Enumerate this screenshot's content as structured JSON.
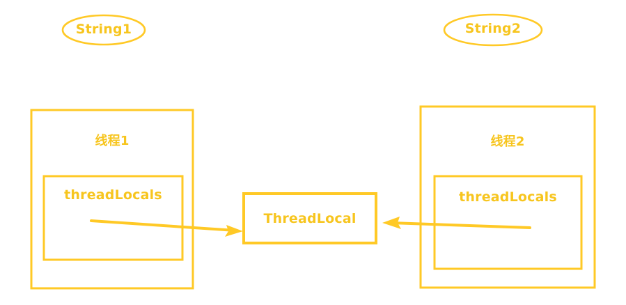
{
  "diagram": {
    "title": "ThreadLocal sharing between threads",
    "colors": {
      "stroke": "#ffc926",
      "text": "#f7c51e",
      "background": "#ffffff"
    },
    "nodes": {
      "ellipse_left": {
        "label": "String1",
        "shape": "ellipse"
      },
      "ellipse_right": {
        "label": "String2",
        "shape": "ellipse"
      },
      "thread_left": {
        "label": "线程1",
        "shape": "rectangle"
      },
      "thread_right": {
        "label": "线程2",
        "shape": "rectangle"
      },
      "threadlocals_left": {
        "label": "threadLocals",
        "shape": "rectangle"
      },
      "threadlocals_right": {
        "label": "threadLocals",
        "shape": "rectangle"
      },
      "threadlocal_center": {
        "label": "ThreadLocal",
        "shape": "rectangle"
      }
    },
    "edges": [
      {
        "name": "arrow-left-to-center",
        "from": "threadlocals_left",
        "to": "threadlocal_center",
        "direction": "right"
      },
      {
        "name": "arrow-right-to-center",
        "from": "threadlocals_right",
        "to": "threadlocal_center",
        "direction": "left"
      }
    ]
  }
}
